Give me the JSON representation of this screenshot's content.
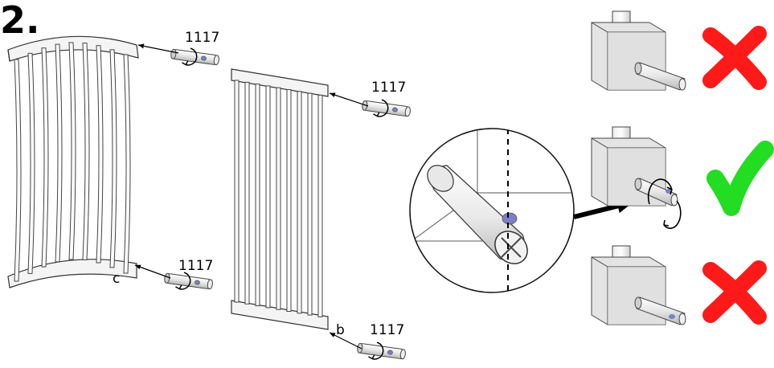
{
  "step_number": "2.",
  "part_code": "1117",
  "label_b": "b",
  "label_c": "c",
  "colors": {
    "wrong": "#ff1a1a",
    "right": "#22dd22",
    "dowel_mark": "#7f7fc8",
    "frame_stroke": "#333333",
    "frame_fill": "#f4f4f4"
  },
  "icons": {
    "wrong": "cross-mark-icon",
    "right": "check-mark-icon",
    "rotation": "rotation-arrows-icon"
  }
}
